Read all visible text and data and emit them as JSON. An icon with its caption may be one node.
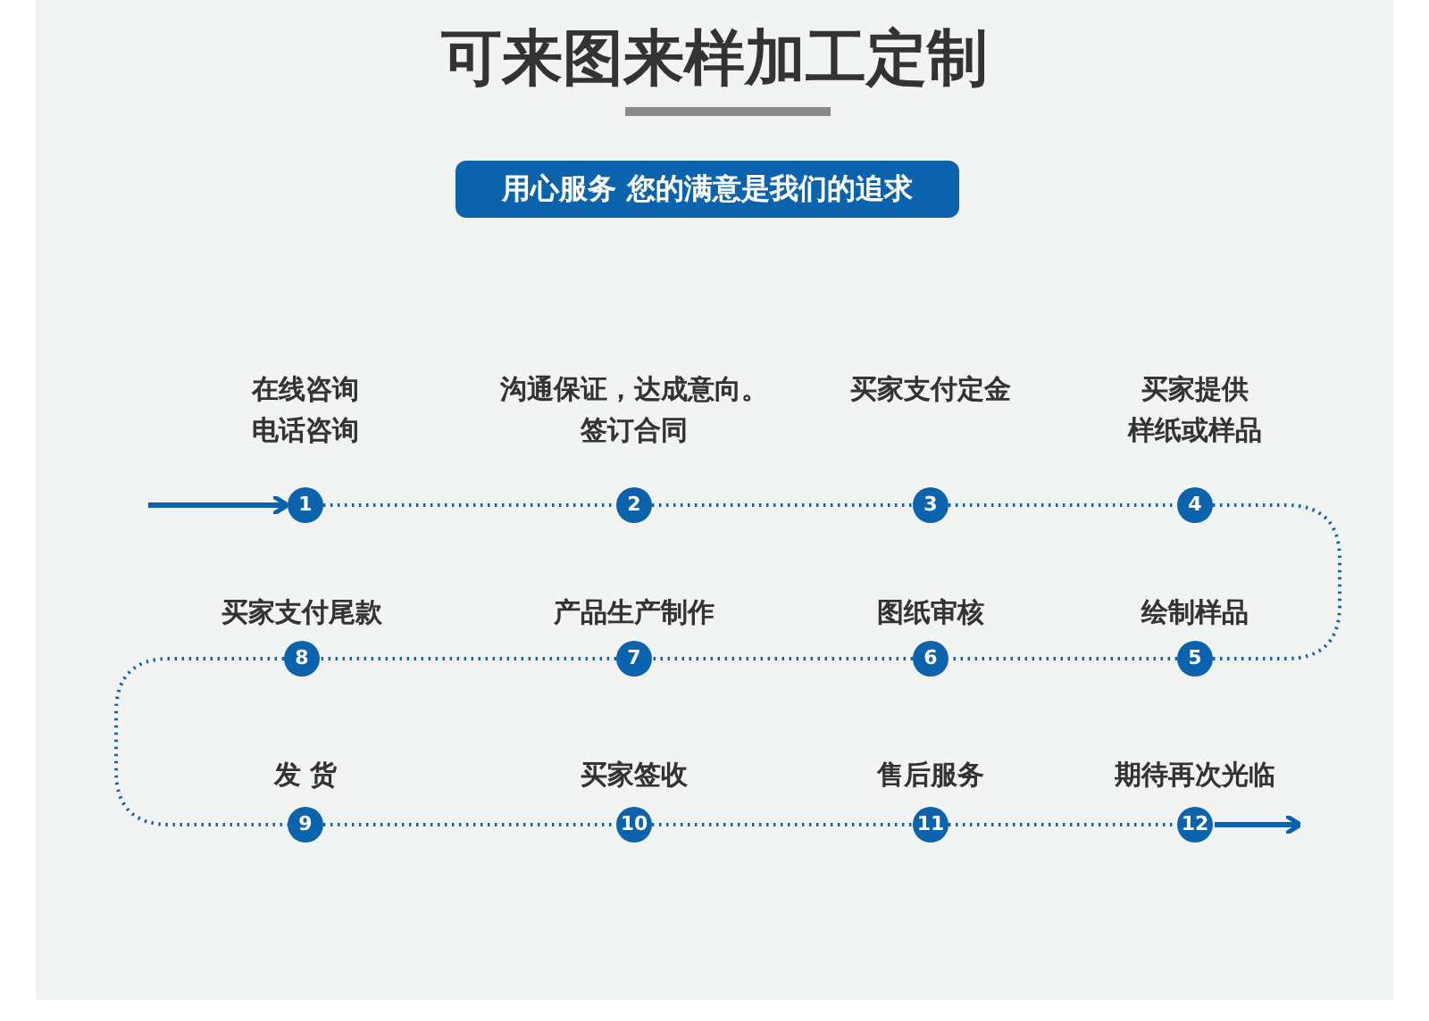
{
  "diagram": {
    "title": "可来图来样加工定制",
    "nodes": [
      {
        "text": [
          "1"
        ],
        "beside": [
          "在线咨询电话咨询"
        ]
      },
      {
        "text": [
          "2"
        ],
        "beside": [
          "沟通保证，达成意向。签订合同"
        ]
      },
      {
        "text": [
          "3"
        ],
        "beside": [
          "买家支付定金"
        ]
      },
      {
        "text": [
          "4"
        ],
        "beside": [
          "买家提供样纸或样品"
        ]
      },
      {
        "text": [
          "5"
        ],
        "beside": [
          "绘制样品"
        ]
      },
      {
        "text": [
          "6"
        ],
        "beside": [
          "图纸审核"
        ]
      },
      {
        "text": [
          "7"
        ],
        "beside": [
          "产品生产制作"
        ]
      },
      {
        "text": [
          "8"
        ],
        "beside": [
          "买家支付尾款"
        ]
      },
      {
        "text": [
          "9"
        ],
        "beside": [
          "发 货"
        ]
      },
      {
        "text": [
          "10"
        ],
        "beside": [
          "买家签收"
        ]
      },
      {
        "text": [
          "11"
        ],
        "beside": [
          "售后服务"
        ]
      },
      {
        "text": [
          "12"
        ],
        "beside": [
          "期待再次光临"
        ]
      }
    ],
    "edges": [
      {
        "from": null,
        "to": 0,
        "arrow": "to"
      },
      {
        "from": 0,
        "to": 1,
        "arrow": "none",
        "style": "dashed"
      },
      {
        "from": 1,
        "to": 2,
        "arrow": "none",
        "style": "dashed"
      },
      {
        "from": 2,
        "to": 3,
        "arrow": "none",
        "style": "dashed"
      },
      {
        "from": 3,
        "to": 4,
        "arrow": "none",
        "style": "dashed"
      },
      {
        "from": 4,
        "to": 5,
        "arrow": "none",
        "style": "dashed"
      },
      {
        "from": 5,
        "to": 6,
        "arrow": "none",
        "style": "dashed"
      },
      {
        "from": 6,
        "to": 7,
        "arrow": "none",
        "style": "dashed"
      },
      {
        "from": 7,
        "to": 8,
        "arrow": "none",
        "style": "dashed"
      },
      {
        "from": 8,
        "to": 9,
        "arrow": "none",
        "style": "dashed"
      },
      {
        "from": 9,
        "to": 10,
        "arrow": "none",
        "style": "dashed"
      },
      {
        "from": 10,
        "to": 11,
        "arrow": "none",
        "style": "dashed"
      },
      {
        "from": 11,
        "to": null,
        "arrow": "to"
      }
    ],
    "labels": [
      "用心服务 您的满意是我们的追求"
    ]
  }
}
